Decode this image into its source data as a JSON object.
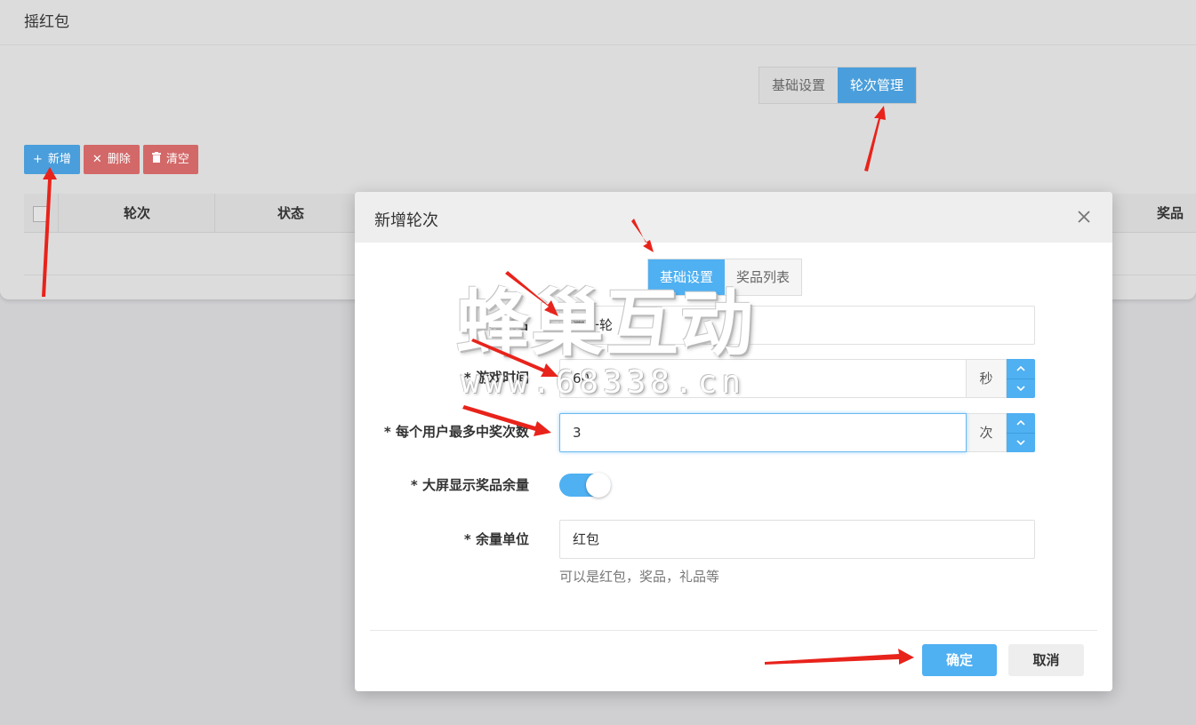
{
  "page": {
    "title": "摇红包",
    "tabs": [
      {
        "label": "基础设置",
        "active": false
      },
      {
        "label": "轮次管理",
        "active": true
      }
    ],
    "toolbar": {
      "add_label": "新增",
      "delete_label": "删除",
      "clear_label": "清空"
    },
    "grid": {
      "columns": [
        "轮次",
        "状态",
        "奖品"
      ]
    }
  },
  "modal": {
    "title": "新增轮次",
    "tabs": [
      {
        "label": "基础设置",
        "active": true
      },
      {
        "label": "奖品列表",
        "active": false
      }
    ],
    "fields": {
      "round_name": {
        "label": "轮次名",
        "value": "第一轮"
      },
      "game_time": {
        "label": "* 游戏时间",
        "value": "60",
        "unit": "秒"
      },
      "max_wins": {
        "label": "* 每个用户最多中奖次数",
        "value": "3",
        "unit": "次"
      },
      "show_remaining": {
        "label": "* 大屏显示奖品余量",
        "enabled": true
      },
      "remaining_unit": {
        "label": "* 余量单位",
        "value": "红包",
        "help": "可以是红包，奖品，礼品等"
      }
    },
    "buttons": {
      "ok": "确定",
      "cancel": "取消"
    }
  },
  "watermark": {
    "main": "蜂巢互动",
    "sub": "www.68338.cn"
  },
  "colors": {
    "accent": "#4fb0f2",
    "page_accent": "#4a9edb",
    "danger": "#d36868",
    "annotation_arrow": "#e8231b"
  }
}
